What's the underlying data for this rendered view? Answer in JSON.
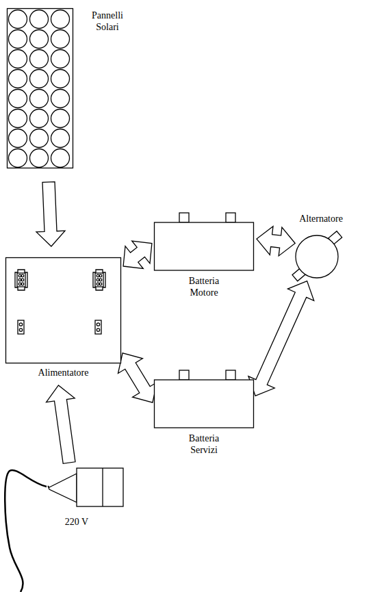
{
  "diagram": {
    "nodes": [
      {
        "text": [
          "Pannelli Solari"
        ]
      },
      {
        "text": [
          "Batteria Motore"
        ]
      },
      {
        "text": [
          "Alternatore"
        ]
      },
      {
        "text": [
          "Alimentatore"
        ]
      },
      {
        "text": [
          "Batteria Servizi"
        ]
      },
      {
        "text": [
          "220 V"
        ]
      }
    ],
    "edges": [
      {
        "from": 0,
        "to": 3,
        "arrow": "to"
      },
      {
        "from": 3,
        "to": 1,
        "arrow": "both"
      },
      {
        "from": 1,
        "to": 2,
        "arrow": "both"
      },
      {
        "from": 3,
        "to": 4,
        "arrow": "both"
      },
      {
        "from": 4,
        "to": 2,
        "arrow": "both"
      },
      {
        "from": 5,
        "to": 3,
        "arrow": "to"
      }
    ]
  }
}
